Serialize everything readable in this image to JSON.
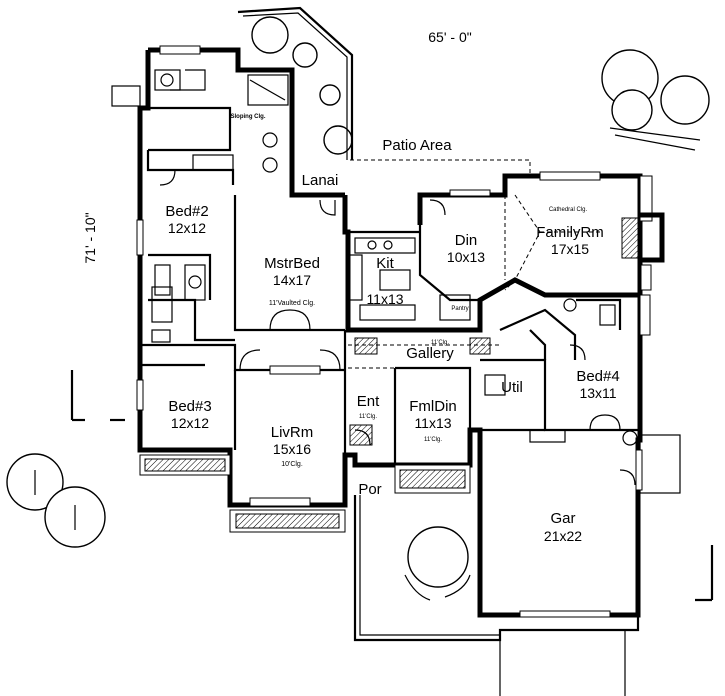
{
  "dimensions": {
    "width_label": "65' - 0\"",
    "depth_label": "71' - 10\""
  },
  "outdoor": {
    "patio": "Patio Area",
    "lanai": "Lanai",
    "porch": "Por"
  },
  "rooms": {
    "bed2": {
      "name": "Bed#2",
      "size": "12x12"
    },
    "mstrbed": {
      "name": "MstrBed",
      "size": "14x17",
      "note": "11'Vaulted Clg."
    },
    "kit": {
      "name": "Kit",
      "size": "11x13"
    },
    "din": {
      "name": "Din",
      "size": "10x13"
    },
    "familyrm": {
      "name": "FamilyRm",
      "size": "17x15",
      "note": "Cathedral Clg."
    },
    "bed3": {
      "name": "Bed#3",
      "size": "12x12"
    },
    "livrm": {
      "name": "LivRm",
      "size": "15x16",
      "note": "10'Clg."
    },
    "ent": {
      "name": "Ent",
      "note": "11'Clg."
    },
    "fmldin": {
      "name": "FmlDin",
      "size": "11x13",
      "note": "11'Clg."
    },
    "gallery": {
      "name": "Gallery",
      "note": "11'Clg."
    },
    "bed4": {
      "name": "Bed#4",
      "size": "13x11"
    },
    "util": {
      "name": "Util"
    },
    "gar": {
      "name": "Gar",
      "size": "21x22"
    },
    "pantry": {
      "name": "Pantry"
    }
  },
  "notes": {
    "sloping": "Sloping Clg."
  }
}
